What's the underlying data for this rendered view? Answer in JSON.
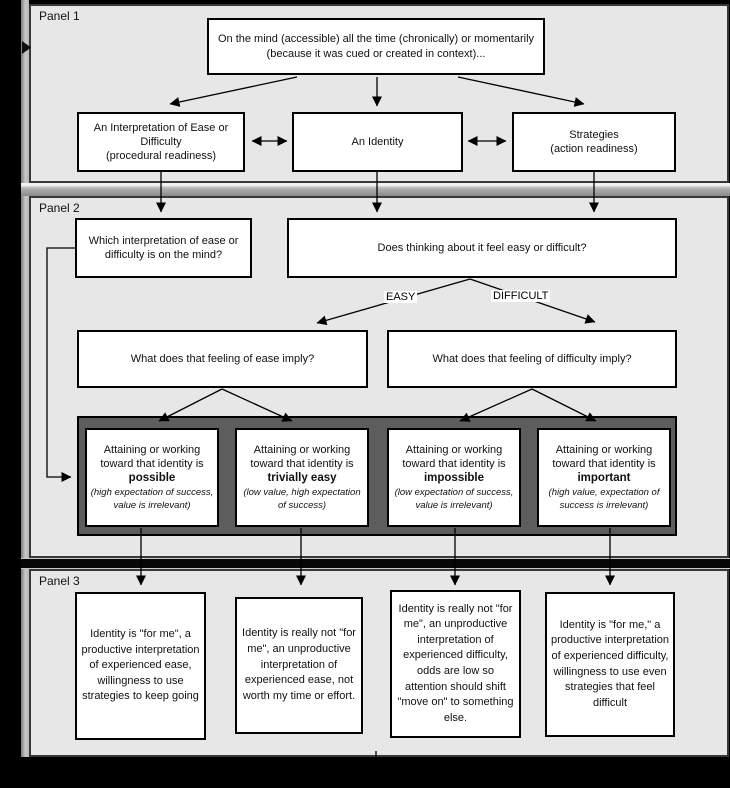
{
  "panel1": {
    "label": "Panel 1",
    "top_box": "On the mind (accessible) all the time (chronically) or momentarily (because it was cued or created in context)...",
    "interpretation_box": "An Interpretation of Ease or Difficulty\n(procedural readiness)",
    "identity_box": "An Identity",
    "strategies_box": "Strategies\n(action readiness)"
  },
  "panel2": {
    "label": "Panel 2",
    "which_box": "Which interpretation of ease or difficulty is on the mind?",
    "feel_box": "Does thinking about it feel easy or difficult?",
    "easy_label": "EASY",
    "difficult_label": "DIFFICULT",
    "ease_imply_box": "What does that feeling of ease imply?",
    "difficulty_imply_box": "What does that feeling of difficulty imply?",
    "outcomes": [
      {
        "lead": "Attaining or working toward that identity is",
        "emphasis": "possible",
        "note": "(high expectation of success, value is irrelevant)"
      },
      {
        "lead": "Attaining or working toward that identity is",
        "emphasis": "trivially easy",
        "note": "(low value, high expectation of success)"
      },
      {
        "lead": "Attaining or working toward that identity is",
        "emphasis": "impossible",
        "note": "(low expectation of success, value is irrelevant)"
      },
      {
        "lead": "Attaining or working toward that identity is",
        "emphasis": "important",
        "note": "(high value, expectation of success is irrelevant)"
      }
    ]
  },
  "panel3": {
    "label": "Panel 3",
    "conclusions": [
      "Identity is \"for me\", a productive interpretation of experienced ease, willingness to use strategies to keep going",
      "Identity is really not \"for me\", an unproductive interpretation of experienced ease, not worth my time or effort.",
      "Identity is really not \"for me\", an unproductive interpretation of experienced difficulty, odds are low so attention should shift \"move on\" to something else.",
      "Identity is \"for me,\" a productive interpretation of experienced difficulty, willingness to use even strategies that feel difficult"
    ]
  },
  "colors": {
    "background": "#000000",
    "panel_bg": "#e7e7e7",
    "band_bg": "#5d5d5d",
    "box_bg": "#ffffff",
    "line": "#000000"
  }
}
